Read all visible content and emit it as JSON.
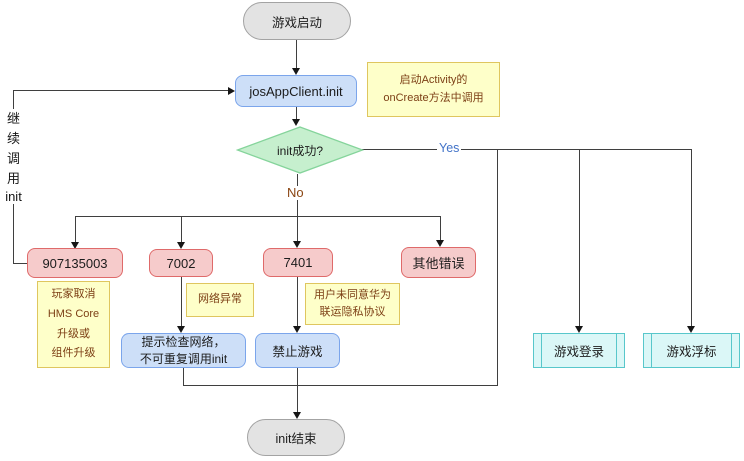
{
  "nodes": {
    "start": "游戏启动",
    "init": "josAppClient.init",
    "decision": "init成功?",
    "err_cancel": "907135003",
    "err_network_code": "7002",
    "err_privacy_code": "7401",
    "err_other": "其他错误",
    "action_check_line1": "提示检查网络，",
    "action_check_line2": "不可重复调用init",
    "action_forbid": "禁止游戏",
    "sub_login": "游戏登录",
    "sub_float": "游戏浮标",
    "end": "init结束"
  },
  "notes": {
    "init_line1": "启动Activity的",
    "init_line2": "onCreate方法中调用",
    "cancel_line1": "玩家取消",
    "cancel_line2": "HMS Core",
    "cancel_line3": "升级或",
    "cancel_line4": "组件升级",
    "network": "网络异常",
    "privacy_line1": "用户未同意华为",
    "privacy_line2": "联运隐私协议"
  },
  "edges": {
    "yes": "Yes",
    "no": "No",
    "loop_char1": "继",
    "loop_char2": "续",
    "loop_char3": "调",
    "loop_char4": "用",
    "loop_suffix": "init"
  },
  "colors": {
    "text": "#1c1c1c",
    "line": "#3f3f3f",
    "arrow": "#161616",
    "terminal-fill": "#e3e3e3",
    "terminal-border": "#a3a3a3",
    "process-fill": "#cddff8",
    "process-border": "#7ba5eb",
    "decision-fill": "#c6efce",
    "decision-border": "#85d49b",
    "error-fill": "#f6cbcb",
    "error-border": "#df6a6a",
    "note-fill": "#feffc9",
    "note-border": "#dfc65f",
    "note-text": "#7d4016",
    "sub-fill": "#dbf7f7",
    "sub-border": "#58c7cb",
    "yes-text": "#4273c8",
    "no-text": "#8a4512"
  }
}
